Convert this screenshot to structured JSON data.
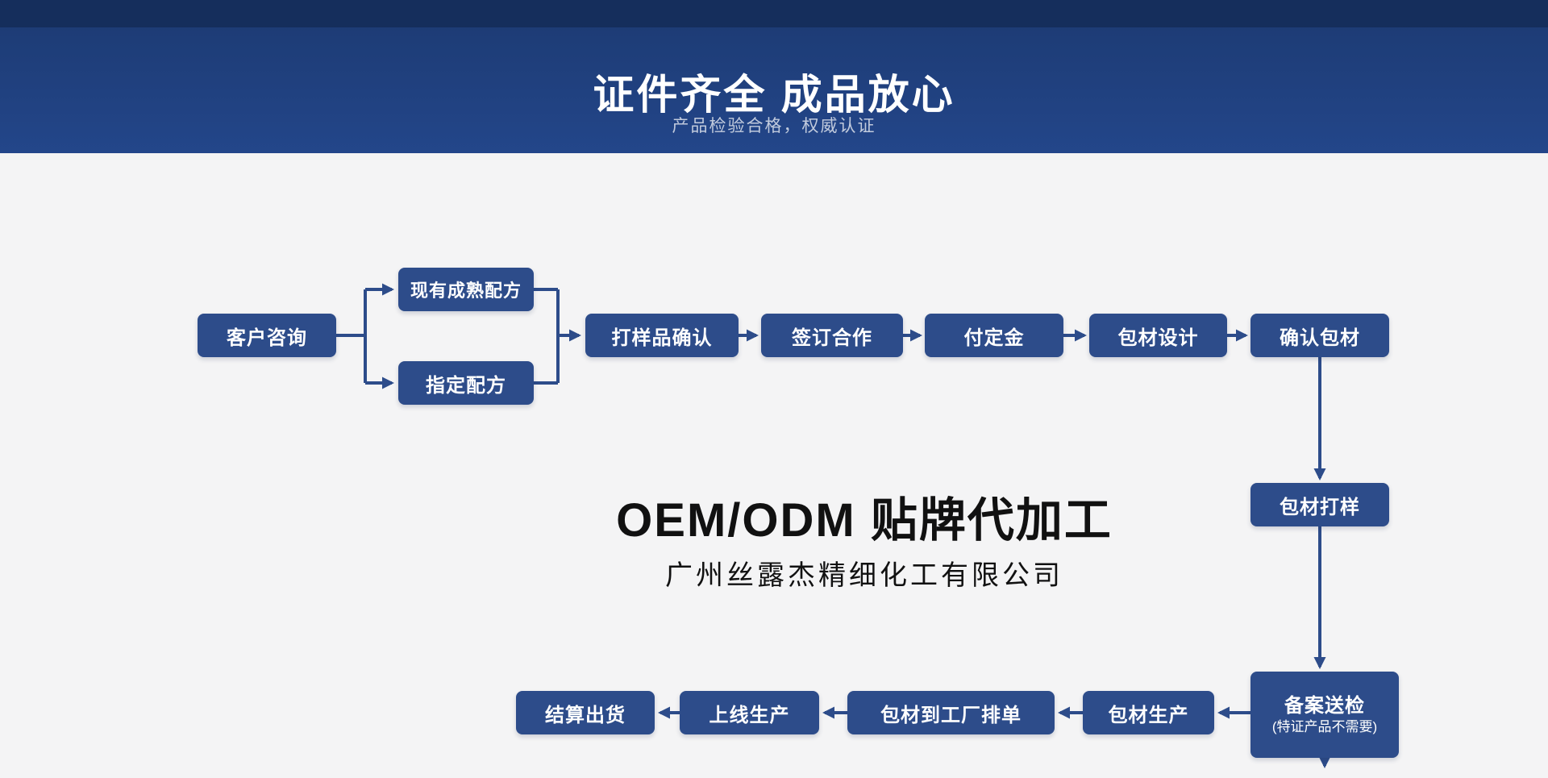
{
  "header": {
    "title": "证件齐全 成品放心",
    "subtitle": "产品检验合格，权威认证"
  },
  "center": {
    "title": "OEM/ODM 贴牌代加工",
    "company": "广州丝露杰精细化工有限公司"
  },
  "flow": {
    "customer_inquiry": "客户咨询",
    "existing_formula": "现有成熟配方",
    "specified_formula": "指定配方",
    "sample_confirm": "打样品确认",
    "sign_cooperation": "签订合作",
    "pay_deposit": "付定金",
    "packaging_design": "包材设计",
    "confirm_packaging": "确认包材",
    "packaging_sample": "包材打样",
    "filing_inspection": "备案送检",
    "filing_note": "(特证产品不需要)",
    "packaging_production": "包材生产",
    "packaging_to_factory": "包材到工厂排单",
    "start_production": "上线生产",
    "settle_shipment": "结算出货"
  },
  "colors": {
    "accent": "#2d4c8a",
    "banner": "#1e3d78",
    "banner_topbar": "#152e5c",
    "background": "#f4f4f5"
  }
}
